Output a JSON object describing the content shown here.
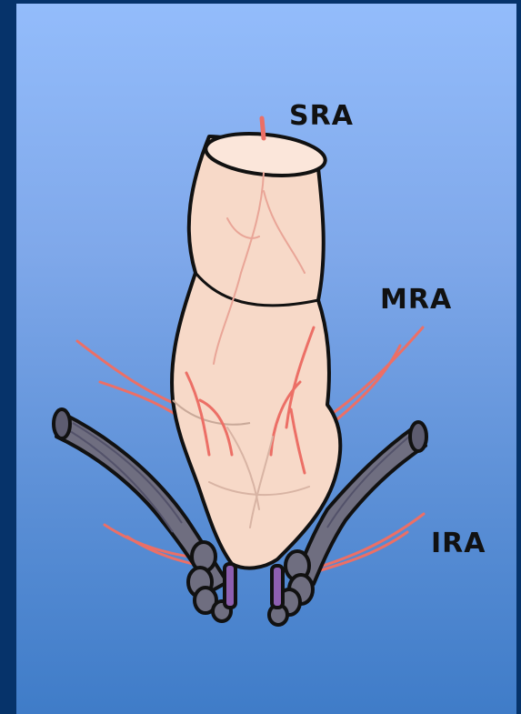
{
  "diagram": {
    "labels": {
      "sra": "SRA",
      "mra": "MRA",
      "ira": "IRA"
    },
    "colors": {
      "background_top": "#93bcfb",
      "background_bottom": "#3f7cc8",
      "border": "#06336a",
      "tissue": "#f7d9c8",
      "artery": "#ec6f66",
      "muscle": "#6f6e80",
      "vein": "#8d5fb0"
    }
  }
}
